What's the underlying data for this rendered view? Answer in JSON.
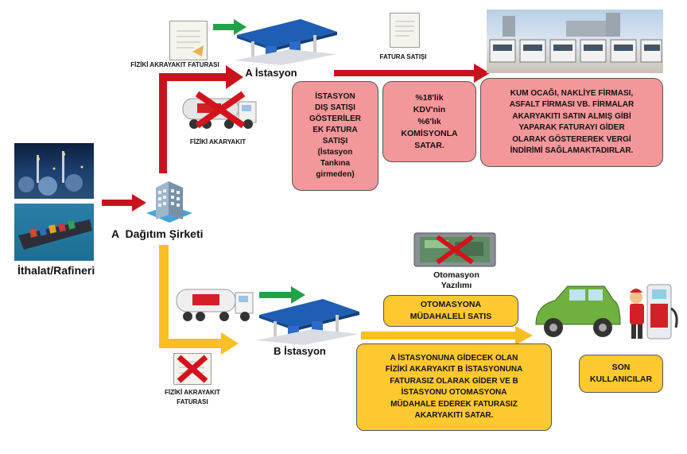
{
  "source": {
    "label": "İthalat/Rafineri"
  },
  "distributor": {
    "prefix": "A",
    "name": "Dağıtım Şirketi"
  },
  "station_a": {
    "label": "A İstasyon",
    "invoice_label": "FİZİKİ AKRAYAKIT FATURASI",
    "fuel_label": "FİZİKİ AKARYAKIT",
    "sale_label": "FATURA SATIŞI",
    "boxes": [
      "İSTASYON\nDIŞ SATIŞI\nGÖSTERİLER\nEK FATURA\nSATIŞI\n(İstasyon\nTankına\ngirmeden)",
      "%18'lik\nKDV'nin\n%6'lık\nKOMİSYONLA\nSATAR.",
      "KUM OCAĞI, NAKLİYE FİRMASI,\nASFALT FİRMASI VB. FİRMALAR\nAKARYAKITI SATIN ALMIŞ GİBİ\nYAPARAK FATURAYI GİDER\nOLARAK GÖSTEREREK VERGİ\nİNDİRİMİ SAĞLAMAKTADIRLAR."
    ]
  },
  "station_b": {
    "label": "B  İstasyon",
    "invoice_label": "FİZİKİ AKRAYAKIT\nFATURASI",
    "automation_label": "Otomasyon\nYazılımı",
    "boxes": [
      "OTOMASYONA\nMÜDAHALELİ SATIS",
      "A İSTASYONUNA GİDECEK OLAN\nFİZİKİ AKARYAKIT B İSTASYONUNA\nFATURASIZ OLARAK GİDER VE B\nİSTASYONU OTOMASYONA\nMÜDAHALE EDEREK FATURASIZ\nAKARYAKITI SATAR.",
      "SON\nKULLANICILAR"
    ]
  },
  "colors": {
    "red": "#c8131e",
    "yellow": "#fbbf24",
    "green": "#21a24a",
    "pink_box": "#f3979a",
    "yellow_box": "#fdc830"
  }
}
